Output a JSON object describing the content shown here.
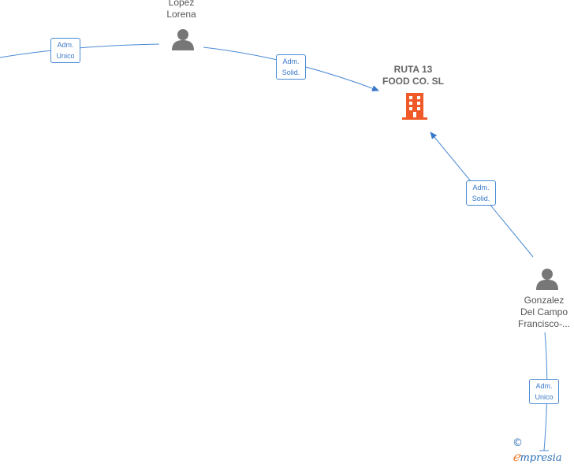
{
  "nodes": {
    "person_top": {
      "label": "Lopez\nLorena",
      "icon": "person-icon"
    },
    "company": {
      "label": "RUTA 13\nFOOD CO.   SL",
      "icon": "building-icon"
    },
    "person_right": {
      "label": "Gonzalez\nDel Campo\nFrancisco-...",
      "icon": "person-icon"
    }
  },
  "edges": {
    "left_to_lopez": "Adm.\nUnico",
    "lopez_to_company": "Adm.\nSolid.",
    "gonzalez_to_company": "Adm.\nSolid.",
    "gonzalez_down": "Adm.\nUnico"
  },
  "brand": {
    "copyright": "©",
    "e": "ℯ",
    "rest": "mpresia"
  },
  "colors": {
    "edge": "#4a8ad4",
    "person": "#777777",
    "company": "#f05a28"
  }
}
